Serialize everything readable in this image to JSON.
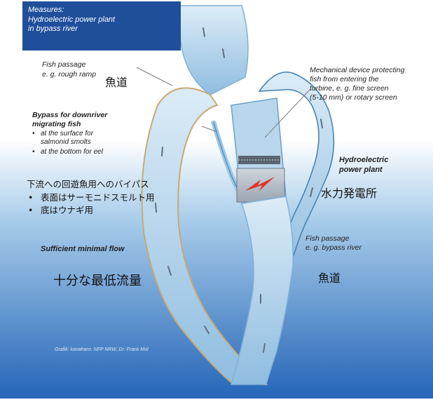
{
  "title": {
    "line1": "Measures:",
    "line2": "Hydroelectric power plant",
    "line3": "in bypass river"
  },
  "labels": {
    "fish_passage_top": {
      "line1": "Fish passage",
      "line2": "e. g. rough ramp",
      "jp": "魚道"
    },
    "mechanical_device": {
      "line1": "Mechanical device protecting",
      "line2": "fish from entering the",
      "line3": "turbine, e. g. fine screen",
      "line4": "(5-10 mm) or rotary screen"
    },
    "bypass": {
      "line1": "Bypass for downriver",
      "line2": "migrating fish",
      "bullet1": "at the surface for",
      "bullet1b": "salmonid smolts",
      "bullet2": "at the bottom for eel"
    },
    "bypass_jp": {
      "line1": "下流への回遊魚用へのバイパス",
      "bullet1": "表面はサーモニドスモルト用",
      "bullet2": "底はウナギ用"
    },
    "hydro_plant": {
      "line1": "Hydroelectric",
      "line2": "power plant",
      "jp": "水力発電所"
    },
    "fish_passage_bottom": {
      "line1": "Fish passage",
      "line2": "e. g. bypass river",
      "jp": "魚道"
    },
    "minimal_flow": {
      "en": "Sufficient minimal flow",
      "jp": "十分な最低流量"
    },
    "credit": "Grafik: kanaharn. NFP NRW, Dr. Frank Mol"
  },
  "colors": {
    "title_bg": "#1f4f9a",
    "water": "#9fc8e6",
    "water_light": "#d4e9f6",
    "bank": "#c9a872",
    "sky_bottom": "#2d6fc0",
    "accent_arrow": "#e0352b"
  },
  "icons": {
    "bullet": "•",
    "arrow": "lightning-arrow-icon"
  }
}
